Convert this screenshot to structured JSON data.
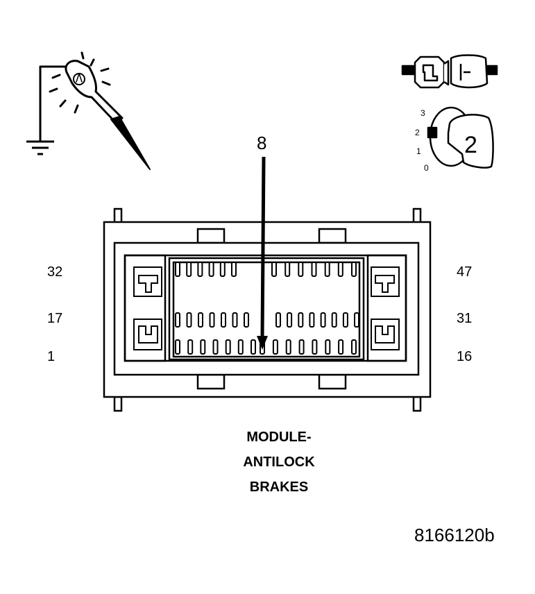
{
  "diagram": {
    "title_lines": [
      "MODULE-",
      "ANTILOCK",
      "BRAKES"
    ],
    "figure_id": "8166120b",
    "callout_pin": "8",
    "pin_labels": {
      "left": [
        "32",
        "17",
        "1"
      ],
      "right": [
        "47",
        "31",
        "16"
      ]
    },
    "ignition": {
      "positions": [
        "3",
        "2",
        "1",
        "0"
      ],
      "key_position": "2"
    },
    "icons": [
      "test-light-probe-icon",
      "ground-symbol-icon",
      "disconnected-connector-icon",
      "ignition-key-icon"
    ],
    "colors": {
      "ink": "#000000",
      "background": "#ffffff"
    }
  }
}
